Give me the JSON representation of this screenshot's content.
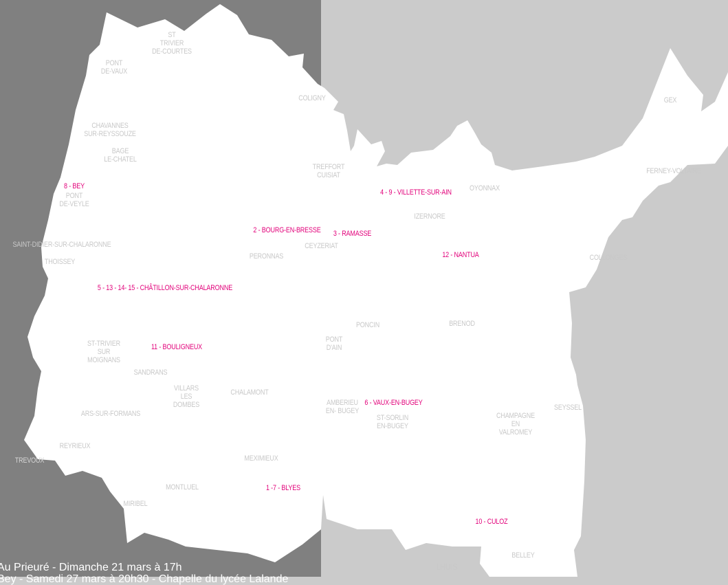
{
  "map": {
    "colors": {
      "bg_left": "#808080",
      "bg_right": "#cbcbcb",
      "region": "#ffffff",
      "label": "#c8c8c8",
      "highlight": "#e2007a"
    },
    "labels": {
      "st_trivier_de_courtes": "ST\nTRIVIER\nDE-COURTES",
      "pont_de_vaux": "PONT\nDE-VAUX",
      "coligny": "COLIGNY",
      "gex": "GEX",
      "chavannes": "CHAVANNES\nSUR-REYSSOUZE",
      "bage": "BAGE\nLE-CHATEL",
      "treffort": "TREFFORT\nCUISIAT",
      "ferney": "FERNEY-VOLTAIRE",
      "bey": "8 - BEY",
      "pont_de_veyle": "PONT\nDE-VEYLE",
      "villette": "4 - 9 - VILLETTE-SUR-AIN",
      "oyonnax": "OYONNAX",
      "izernore": "IZERNORE",
      "bourg": "2 - BOURG-EN-BRESSE",
      "ramasse": "3 - RAMASSE",
      "ceyzeriat": "CEYZERIAT",
      "saint_didier": "SAINT-DIDIER-SUR-CHALARONNE",
      "peronnas": "PERONNAS",
      "nantua": "12 - NANTUA",
      "collonges": "COLLONGES",
      "thoissey": "THOISSEY",
      "chatillon": "5 - 13 - 14- 15 - CHÂTILLON-SUR-CHALARONNE",
      "poncin": "PONCIN",
      "brenod": "BRENOD",
      "st_trivier_moignans": "ST-TRIVIER\nSUR\nMOIGNANS",
      "bouligneux": "11 - BOULIGNEUX",
      "pont_d_ain": "PONT\nD'AIN",
      "sandrans": "SANDRANS",
      "villars": "VILLARS\nLES\nDOMBES",
      "chalamont": "CHALAMONT",
      "amberieu": "AMBERIEU\nEN- BUGEY",
      "vaux": "6 - VAUX-EN-BUGEY",
      "seyssel": "SEYSSEL",
      "ars": "ARS-SUR-FORMANS",
      "st_sorlin": "ST-SORLIN\nEN-BUGEY",
      "champagne": "CHAMPAGNE\nEN\nVALROMEY",
      "reyrieux": "REYRIEUX",
      "trevoux": "TREVOUX",
      "meximieux": "MEXIMIEUX",
      "montluel": "MONTLUEL",
      "blyes": "1 -7 - BLYES",
      "miribel": "MIRIBEL",
      "culoz": "10 - CULOZ",
      "belley": "BELLEY",
      "lhuis": "LHUIS"
    },
    "caption_lines": [
      "Au Prieuré - Dimanche 21 mars à 17h",
      "Bey - Samedi 27 mars à 20h30 - Chapelle du lycée Lalande"
    ]
  }
}
